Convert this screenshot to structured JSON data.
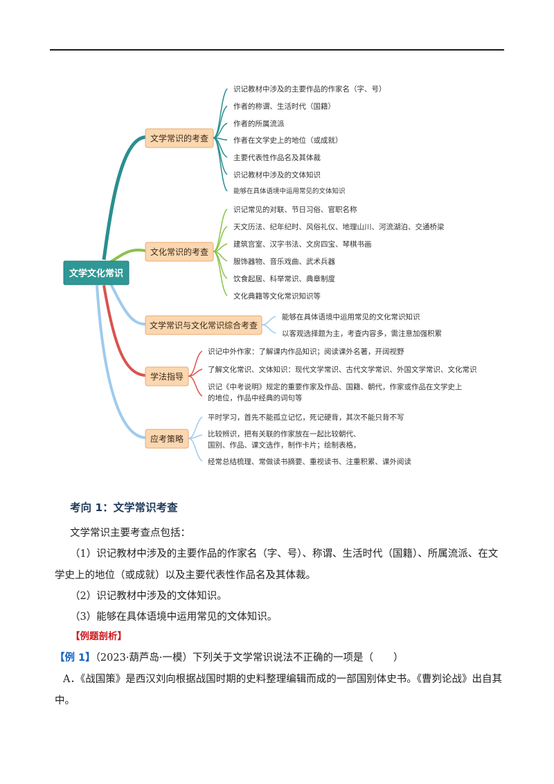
{
  "mindmap": {
    "root": "文学文化常识",
    "branches": [
      {
        "label": "文学常识的考查",
        "items": [
          "识记教材中涉及的主要作品的作家名（字、号）",
          "作者的称谓、生活时代（国籍）",
          "作者的所属流派",
          "作者在文学史上的地位（或成就）",
          "主要代表性作品名及其体裁",
          "识记教材中涉及的文体知识",
          "能够在具体语境中运用常见的文体知识"
        ]
      },
      {
        "label": "文化常识的考查",
        "items": [
          "识记常见的对联、节日习俗、官职名称",
          "天文历法、纪年纪时、风俗礼仪、地理山川、河流湖泊、交通桥梁",
          "建筑宫室、汉字书法、文房四宝、琴棋书画",
          "服饰器物、音乐戏曲、武术兵器",
          "饮食起居、科举常识、典章制度",
          "文化典籍等文化常识知识等"
        ]
      },
      {
        "label": "文学常识与文化常识综合考查",
        "items": [
          "能够在具体语境中运用常见的文化常识知识",
          "以客观选择题为主，考查内容多，需注意加强积累"
        ]
      },
      {
        "label": "学法指导",
        "items": [
          "识记中外作家：了解课内作品知识；阅读课外名著，开阔视野",
          "了解文化常识、文体知识：现代文学常识、古代文学常识、外国文学常识、文化常识",
          "识记《中考说明》规定的重要作家及作品、国籍、朝代，作家或作品在文学史上",
          "的地位，作品中经典的词句等"
        ]
      },
      {
        "label": "应考策略",
        "items": [
          "平时学习，首先不能孤立记忆，死记硬背，其次不能只背不写",
          "比较辨识，把有关联的作家放在一起比较朝代、",
          "国别、作品、课文选作，制作卡片；绘制表格，",
          "经常总结梳理、常做读书摘要、重视读书、注重积累、课外阅读"
        ]
      }
    ]
  },
  "section": {
    "heading": "考向 1：文学常识考查",
    "intro": "文学常识主要考查点包括：",
    "point1_line1": "（1）识记教材中涉及的主要作品的作家名（字、号）、称谓、生活时代（国籍）、所属流派、在文",
    "point1_line2": "学史上的地位（或成就）以及主要代表性作品名及其体裁。",
    "point2": "（2）识记教材中涉及的文体知识。",
    "point3": "（3）能够在具体语境中运用常见的文体知识。",
    "example_label": "【例题剖析】",
    "example_tag": "【例 1】",
    "example_question": "（2023·葫芦岛·一模）下列关于文学常识说法不正确的一项是（　　）",
    "option_a_line1": "A．《战国策》是西汉刘向根据战国时期的史料整理编辑而成的一部国别体史书。《曹刿论战》出自其",
    "option_a_line2": "中。"
  },
  "colors": {
    "branch1_line": "#2a8e8f",
    "branch2_line": "#8ac24a",
    "branch3_line": "#9fcbee",
    "branch4_line": "#d9534f",
    "branch5_line": "#9fcbee",
    "branch_fill": "#fbd7b0",
    "branch_border": "#e8a870",
    "root_fill": "#2f9896",
    "example_red": "#d0181c",
    "example_blue": "#1560bd"
  }
}
